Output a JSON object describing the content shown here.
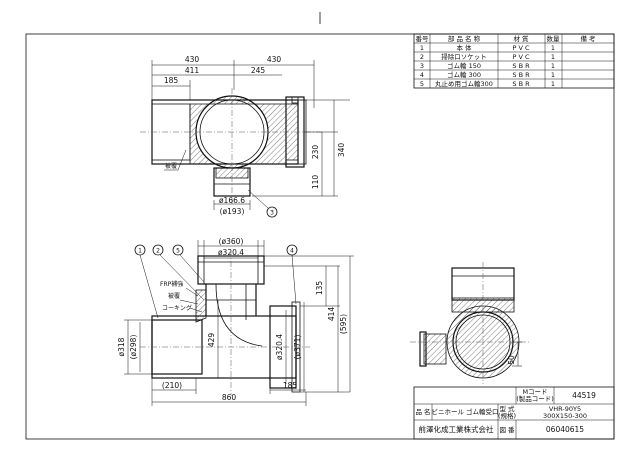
{
  "parts_table": {
    "headers": [
      "番号",
      "部 品 名 称",
      "材 質",
      "数量",
      "備 考"
    ],
    "rows": [
      [
        "1",
        "本 体",
        "P V C",
        "1",
        ""
      ],
      [
        "2",
        "掃除口ソケット",
        "P V C",
        "1",
        ""
      ],
      [
        "3",
        "ゴム輪 150",
        "S B R",
        "1",
        ""
      ],
      [
        "4",
        "ゴム輪 300",
        "S B R",
        "1",
        ""
      ],
      [
        "5",
        "丸止め用ゴム輪300",
        "S B R",
        "1",
        ""
      ]
    ]
  },
  "top_view": {
    "dims": {
      "left_total": "430",
      "right_total": "430",
      "left_inner": "411",
      "right_inner": "245",
      "left_socket": "185",
      "height_upper": "230",
      "height_total": "340",
      "height_lower": "110",
      "branch_dia": "ø166.6",
      "branch_outer": "(ø193)"
    },
    "labels": {
      "cover": "被覆"
    },
    "callout": "3"
  },
  "front_view": {
    "dims": {
      "top_outer": "(ø360)",
      "top_inner": "ø320.4",
      "h135": "135",
      "h414": "414",
      "h595": "(595)",
      "h429": "429",
      "left_outer": "ø318",
      "left_inner": "(ø298)",
      "right_inner": "ø320.4",
      "right_outer": "(ø371)",
      "left_len": "(210)",
      "right_len": "185",
      "total_len": "860"
    },
    "labels": {
      "frp": "FRP補強",
      "cover": "被覆",
      "coating": "コーキング"
    },
    "callouts": [
      "1",
      "2",
      "5",
      "4"
    ]
  },
  "side_view": {
    "dims": {
      "h50": "50"
    }
  },
  "title_block": {
    "m_code_label": "Mコード",
    "m_code_sub": "(製品コード)",
    "m_code_value": "44519",
    "name_label": "品 名",
    "name_value": "ビニホール ゴム輪受口",
    "model_label": "型 式",
    "model_sub": "(規格)",
    "model_value_1": "VHR-90Y5",
    "model_value_2": "300X150-300",
    "company": "前澤化成工業株式会社",
    "drawing_label": "図 番",
    "drawing_value": "06040615"
  }
}
